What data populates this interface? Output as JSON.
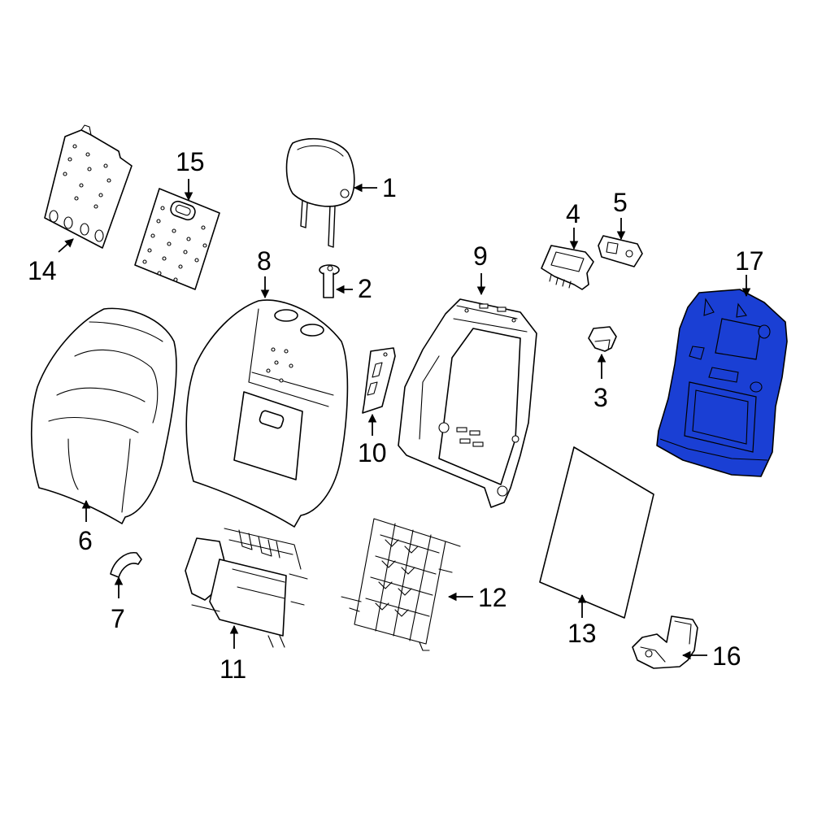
{
  "callouts": {
    "c1": "1",
    "c2": "2",
    "c3": "3",
    "c4": "4",
    "c5": "5",
    "c6": "6",
    "c7": "7",
    "c8": "8",
    "c9": "9",
    "c10": "10",
    "c11": "11",
    "c12": "12",
    "c13": "13",
    "c14": "14",
    "c15": "15",
    "c16": "16",
    "c17": "17"
  },
  "colors": {
    "highlight_fill": "#1a3fd4",
    "line": "#000000",
    "background": "#ffffff"
  }
}
